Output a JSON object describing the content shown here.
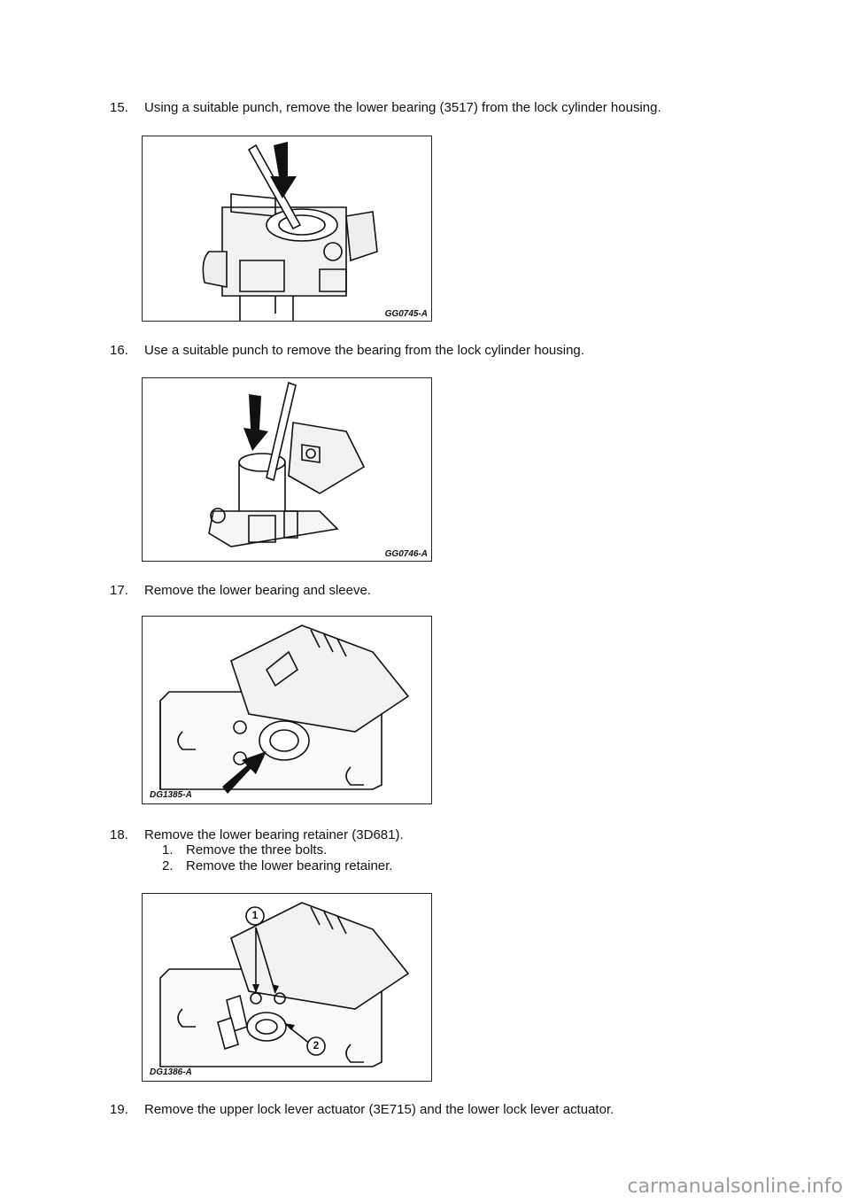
{
  "steps": [
    {
      "num": "15.",
      "text": "Using a suitable punch, remove the lower bearing (3517) from the lock cylinder housing.",
      "figure": "GG0745-A"
    },
    {
      "num": "16.",
      "text": "Use a suitable punch to remove the bearing from the lock cylinder housing.",
      "figure": "GG0746-A"
    },
    {
      "num": "17.",
      "text": "Remove the lower bearing and sleeve.",
      "figure": "DG1385-A"
    },
    {
      "num": "18.",
      "text": "Remove the lower bearing retainer (3D681).",
      "figure": "DG1386-A",
      "substeps": [
        {
          "num": "1.",
          "text": "Remove the three bolts."
        },
        {
          "num": "2.",
          "text": "Remove the lower bearing retainer."
        }
      ],
      "callouts": [
        "1",
        "2"
      ]
    },
    {
      "num": "19.",
      "text": "Remove the upper lock lever actuator (3E715) and the lower lock lever actuator."
    }
  ],
  "watermark": "carmanualsonline.info"
}
